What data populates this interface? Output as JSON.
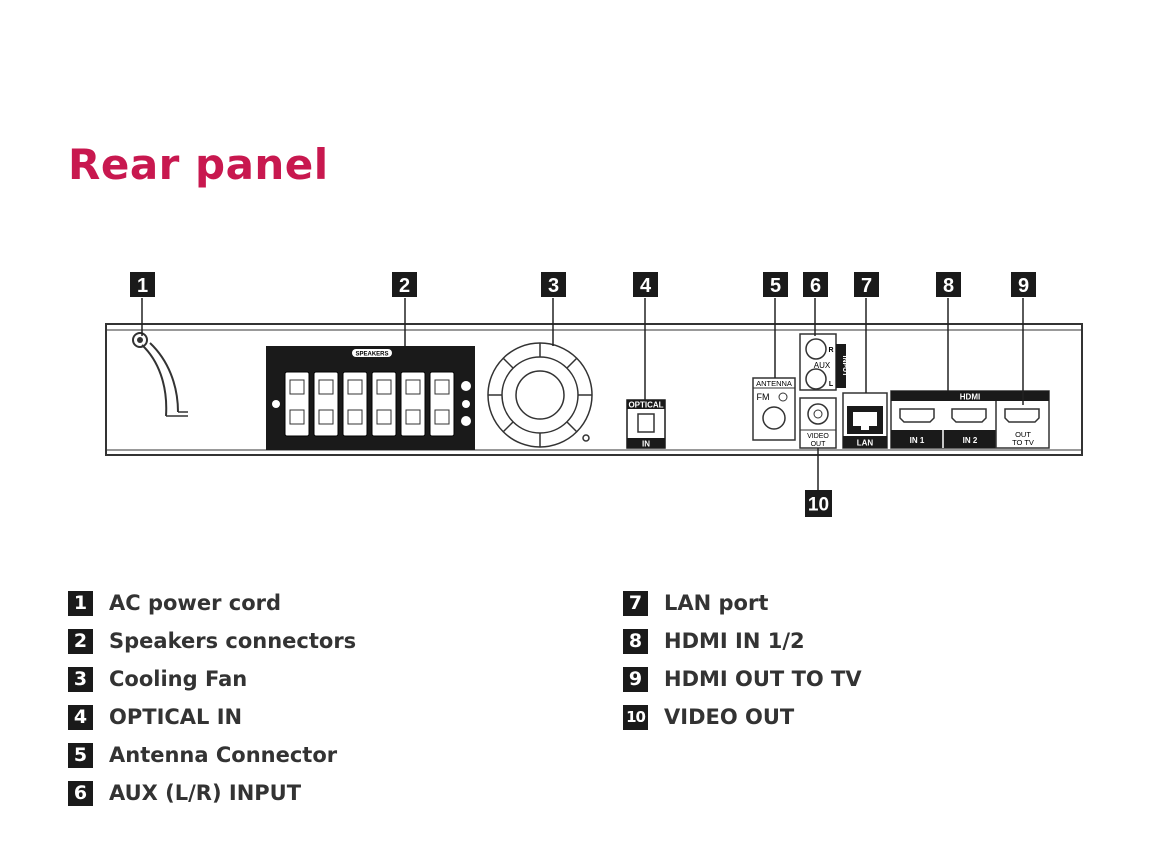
{
  "title": "Rear panel",
  "diagram": {
    "callouts": [
      "1",
      "2",
      "3",
      "4",
      "5",
      "6",
      "7",
      "8",
      "9",
      "10"
    ],
    "speakers_label": "SPEAKERS",
    "optical_top": "OPTICAL",
    "optical_bottom": "IN",
    "antenna_label": "ANTENNA",
    "fm_label": "FM",
    "aux_r": "R",
    "aux_text": "AUX",
    "aux_l": "L",
    "aux_input": "INPUT",
    "video_out_1": "VIDEO",
    "video_out_2": "OUT",
    "lan_label": "LAN",
    "hdmi_label": "HDMI",
    "hdmi_in1": "IN 1",
    "hdmi_in2": "IN 2",
    "hdmi_out_1": "OUT",
    "hdmi_out_2": "TO TV"
  },
  "legend_left": [
    {
      "num": "1",
      "label": "AC power cord"
    },
    {
      "num": "2",
      "label": "Speakers connectors"
    },
    {
      "num": "3",
      "label": "Cooling Fan"
    },
    {
      "num": "4",
      "label": "OPTICAL IN"
    },
    {
      "num": "5",
      "label": "Antenna Connector"
    },
    {
      "num": "6",
      "label": "AUX (L/R) INPUT"
    }
  ],
  "legend_right": [
    {
      "num": "7",
      "label": "LAN port"
    },
    {
      "num": "8",
      "label": "HDMI IN 1/2"
    },
    {
      "num": "9",
      "label": "HDMI OUT TO TV"
    },
    {
      "num": "10",
      "label": "VIDEO OUT"
    }
  ],
  "colors": {
    "title": "#c8184f",
    "ink": "#1a1a1a"
  }
}
